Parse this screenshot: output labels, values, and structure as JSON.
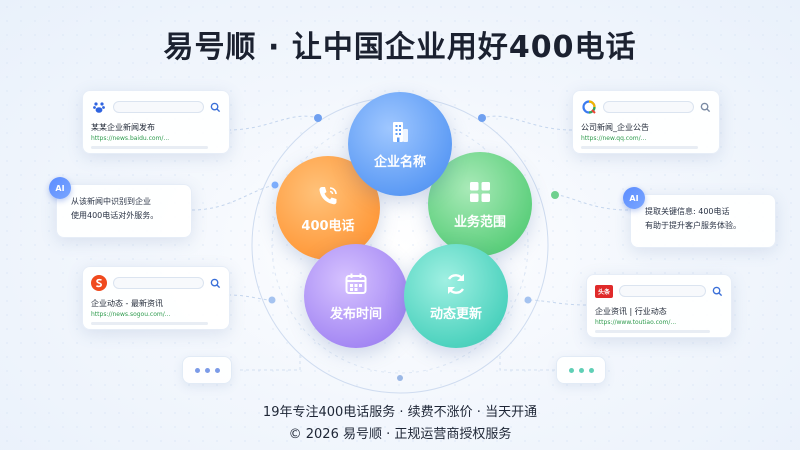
{
  "title": "易号顺 · 让中国企业用好400电话",
  "cards": {
    "baidu": {
      "title": "某某企业新闻发布",
      "url": "https://news.baidu.com/..."
    },
    "qq": {
      "title": "公司新闻_企业公告",
      "url": "https://new.qq.com/..."
    },
    "sogou": {
      "title": "企业动态 - 最新资讯",
      "url": "https://news.sogou.com/..."
    },
    "toutiao": {
      "title": "企业资讯 | 行业动态",
      "url": "https://www.toutiao.com/...",
      "logo": "头条"
    }
  },
  "ai_cards": {
    "left": {
      "badge": "AI",
      "line1": "从该新闻中识别到企业",
      "line2": "使用400电话对外服务。"
    },
    "right": {
      "badge": "AI",
      "line1": "提取关键信息: 400电话",
      "line2": "有助于提升客户服务体验。"
    }
  },
  "petals": {
    "blue": {
      "label": "企业名称",
      "icon": "building-icon"
    },
    "orange": {
      "label": "400电话",
      "icon": "phone-icon"
    },
    "green": {
      "label": "业务范围",
      "icon": "grid-icon"
    },
    "purple": {
      "label": "发布时间",
      "icon": "calendar-icon"
    },
    "teal": {
      "label": "动态更新",
      "icon": "refresh-icon"
    }
  },
  "footer": {
    "line1": "19年专注400电话服务 · 续费不涨价 · 当天开通",
    "line2": "© 2026 易号顺 · 正规运营商授权服务"
  },
  "colors": {
    "blue": "#5e9cf5",
    "orange": "#ff9b3d",
    "green": "#5fd07e",
    "purple": "#a68af4",
    "teal": "#4fd3bf"
  }
}
